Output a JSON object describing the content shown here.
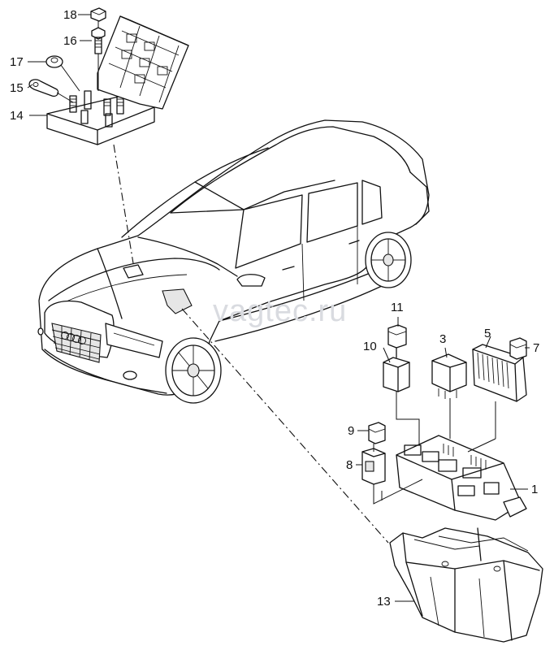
{
  "watermark": "vagtec.ru",
  "callouts": {
    "c1": "1",
    "c3": "3",
    "c5": "5",
    "c7": "7",
    "c8": "8",
    "c9": "9",
    "c10": "10",
    "c11": "11",
    "c13": "13",
    "c14": "14",
    "c15": "15",
    "c16": "16",
    "c17": "17",
    "c18": "18"
  }
}
